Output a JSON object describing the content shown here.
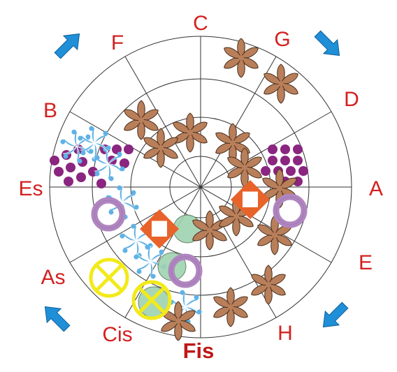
{
  "labels": {
    "c": "C",
    "g": "G",
    "d": "D",
    "a": "A",
    "e": "E",
    "h": "H",
    "fis": "Fis",
    "cis": "Cis",
    "as": "As",
    "es": "Es",
    "b": "B",
    "f": "F"
  },
  "icons": {
    "arrow": "blue-arrow-icon",
    "flower": "brown-flower-icon",
    "pinwheel": "blue-pinwheel-icon",
    "dots": "purple-dot-cluster-icon",
    "ring": "purple-ring-icon",
    "crossed_circle": "yellow-crossed-circle-icon",
    "diamond": "orange-diamond-icon",
    "green_disc": "green-disc-icon"
  },
  "colors": {
    "label": "#d42020",
    "flower": "#b87f5a",
    "pinwheel": "#5fb2e6",
    "dots": "#8a2580",
    "ring": "#b085c0",
    "crossed_circle": "#f2ea1a",
    "diamond": "#e8632a",
    "green_disc": "#9fd3b0",
    "arrow": "#1f8fd8",
    "grid": "#333333"
  }
}
